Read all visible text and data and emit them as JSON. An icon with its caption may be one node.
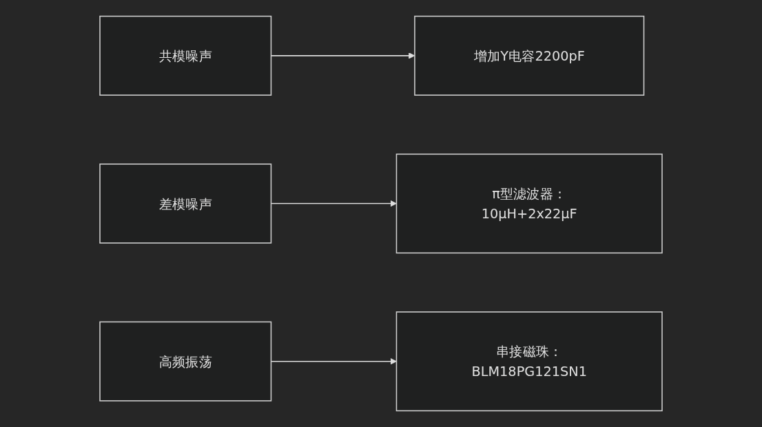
{
  "diagram": {
    "nodes": [
      {
        "text": [
          "共模噪声"
        ]
      },
      {
        "text": [
          "增加Y电容2200pF"
        ]
      },
      {
        "text": [
          "差模噪声"
        ]
      },
      {
        "text": [
          "π型滤波器：10μH+2x22μF"
        ]
      },
      {
        "text": [
          "高频振荡"
        ]
      },
      {
        "text": [
          "串接磁珠：BLM18PG121SN1"
        ]
      }
    ],
    "edges": [
      {
        "from": 0,
        "to": 1,
        "arrow": "to"
      },
      {
        "from": 2,
        "to": 3,
        "arrow": "to"
      },
      {
        "from": 4,
        "to": 5,
        "arrow": "to"
      }
    ]
  }
}
